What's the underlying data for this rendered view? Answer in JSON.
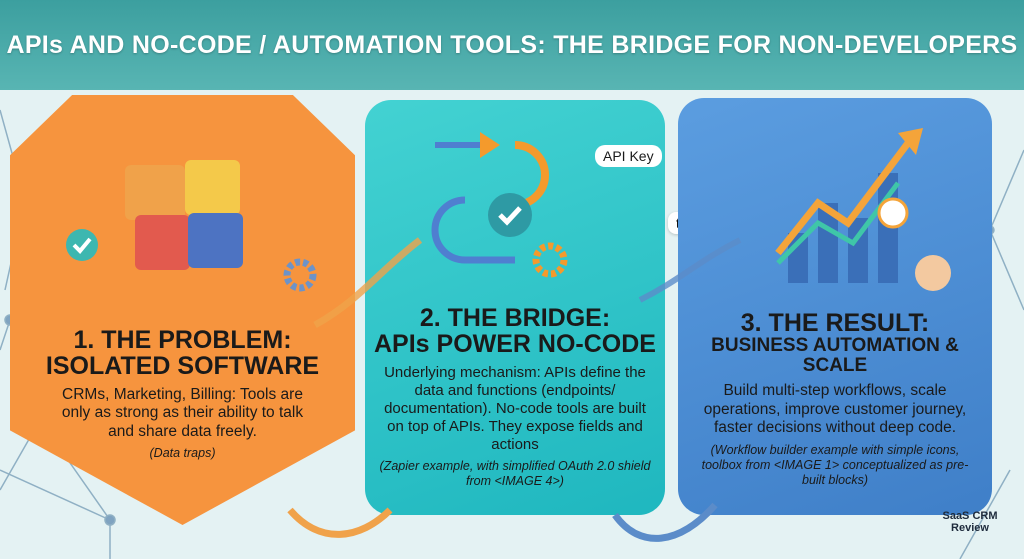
{
  "header": {
    "title": "APIs AND NO-CODE / AUTOMATION TOOLS: THE BRIDGE FOR NON-DEVELOPERS"
  },
  "panels": [
    {
      "title_line1": "1. THE PROBLEM:",
      "title_line2": "ISOLATED SOFTWARE",
      "body": "CRMs, Marketing, Billing: Tools are only as strong as their ability to talk and share data freely.",
      "note": "(Data traps)",
      "color": "#f6943e"
    },
    {
      "title_line1": "2. THE BRIDGE:",
      "title_line2": "APIs POWER NO-CODE",
      "body": "Underlying mechanism: APIs define the data and functions (endpoints/ documentation). No-code tools are built on top of APIs. They expose fields and actions",
      "note": "(Zapier example, with simplified OAuth 2.0 shield from <IMAGE 4>)",
      "color": "#2cc4c8"
    },
    {
      "title_line1": "3. THE RESULT:",
      "title_line2": "BUSINESS AUTOMATION & SCALE",
      "body": "Build multi-step workflows, scale operations, improve customer journey, faster decisions without deep code.",
      "note": "(Workflow builder example with simple icons, toolbox from <IMAGE 1> conceptualized as pre-built blocks)",
      "color": "#4a8cd6"
    }
  ],
  "illustrations": {
    "api_key_label": "API Key",
    "talk_label": "talk"
  },
  "logo": {
    "line1": "SaaS CRM",
    "line2": "Review"
  }
}
